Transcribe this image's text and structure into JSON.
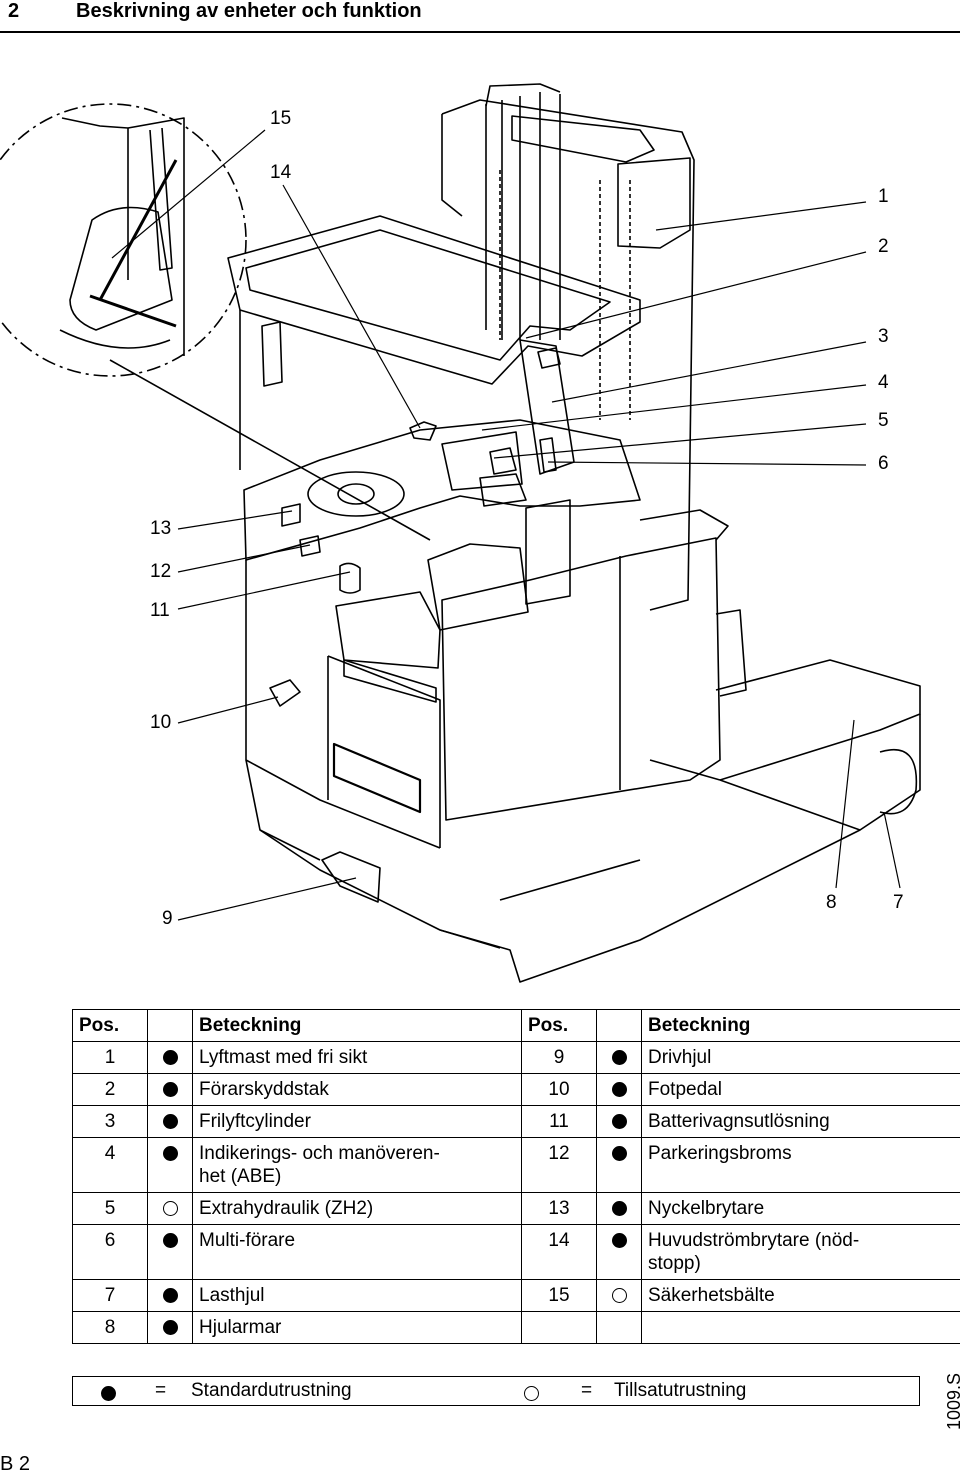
{
  "header": {
    "section_number": "2",
    "title": "Beskrivning av enheter och funktion"
  },
  "callouts": [
    "15",
    "14",
    "1",
    "2",
    "3",
    "4",
    "5",
    "6",
    "13",
    "12",
    "11",
    "10",
    "9",
    "8",
    "7"
  ],
  "table": {
    "headers": [
      "Pos.",
      "Beteckning",
      "Pos.",
      "Beteckning"
    ],
    "rows": [
      {
        "lpos": "1",
        "lmark": "standard",
        "ldesc": "Lyftmast med fri sikt",
        "rpos": "9",
        "rmark": "standard",
        "rdesc": "Drivhjul"
      },
      {
        "lpos": "2",
        "lmark": "standard",
        "ldesc": "Förarskyddstak",
        "rpos": "10",
        "rmark": "standard",
        "rdesc": "Fotpedal"
      },
      {
        "lpos": "3",
        "lmark": "standard",
        "ldesc": "Frilyftcylinder",
        "rpos": "11",
        "rmark": "standard",
        "rdesc": "Batterivagnsutlösning"
      },
      {
        "lpos": "4",
        "lmark": "standard",
        "ldesc": "Indikerings- och manöveren-\nhet (ABE)",
        "rpos": "12",
        "rmark": "standard",
        "rdesc": "Parkeringsbroms"
      },
      {
        "lpos": "5",
        "lmark": "optional",
        "ldesc": "Extrahydraulik (ZH2)",
        "rpos": "13",
        "rmark": "standard",
        "rdesc": "Nyckelbrytare"
      },
      {
        "lpos": "6",
        "lmark": "standard",
        "ldesc": "Multi-förare",
        "rpos": "14",
        "rmark": "standard",
        "rdesc": "Huvudströmbrytare (nöd-\nstopp)"
      },
      {
        "lpos": "7",
        "lmark": "standard",
        "ldesc": "Lasthjul",
        "rpos": "15",
        "rmark": "optional",
        "rdesc": "Säkerhetsbälte"
      },
      {
        "lpos": "8",
        "lmark": "standard",
        "ldesc": "Hjularmar",
        "rpos": "",
        "rmark": "",
        "rdesc": ""
      }
    ]
  },
  "key": {
    "standard_eq": "=",
    "standard_label": "Standardutrustning",
    "optional_eq": "=",
    "optional_label": "Tillsatutrustning"
  },
  "doc_code": "1009.S",
  "page_number": "B 2"
}
